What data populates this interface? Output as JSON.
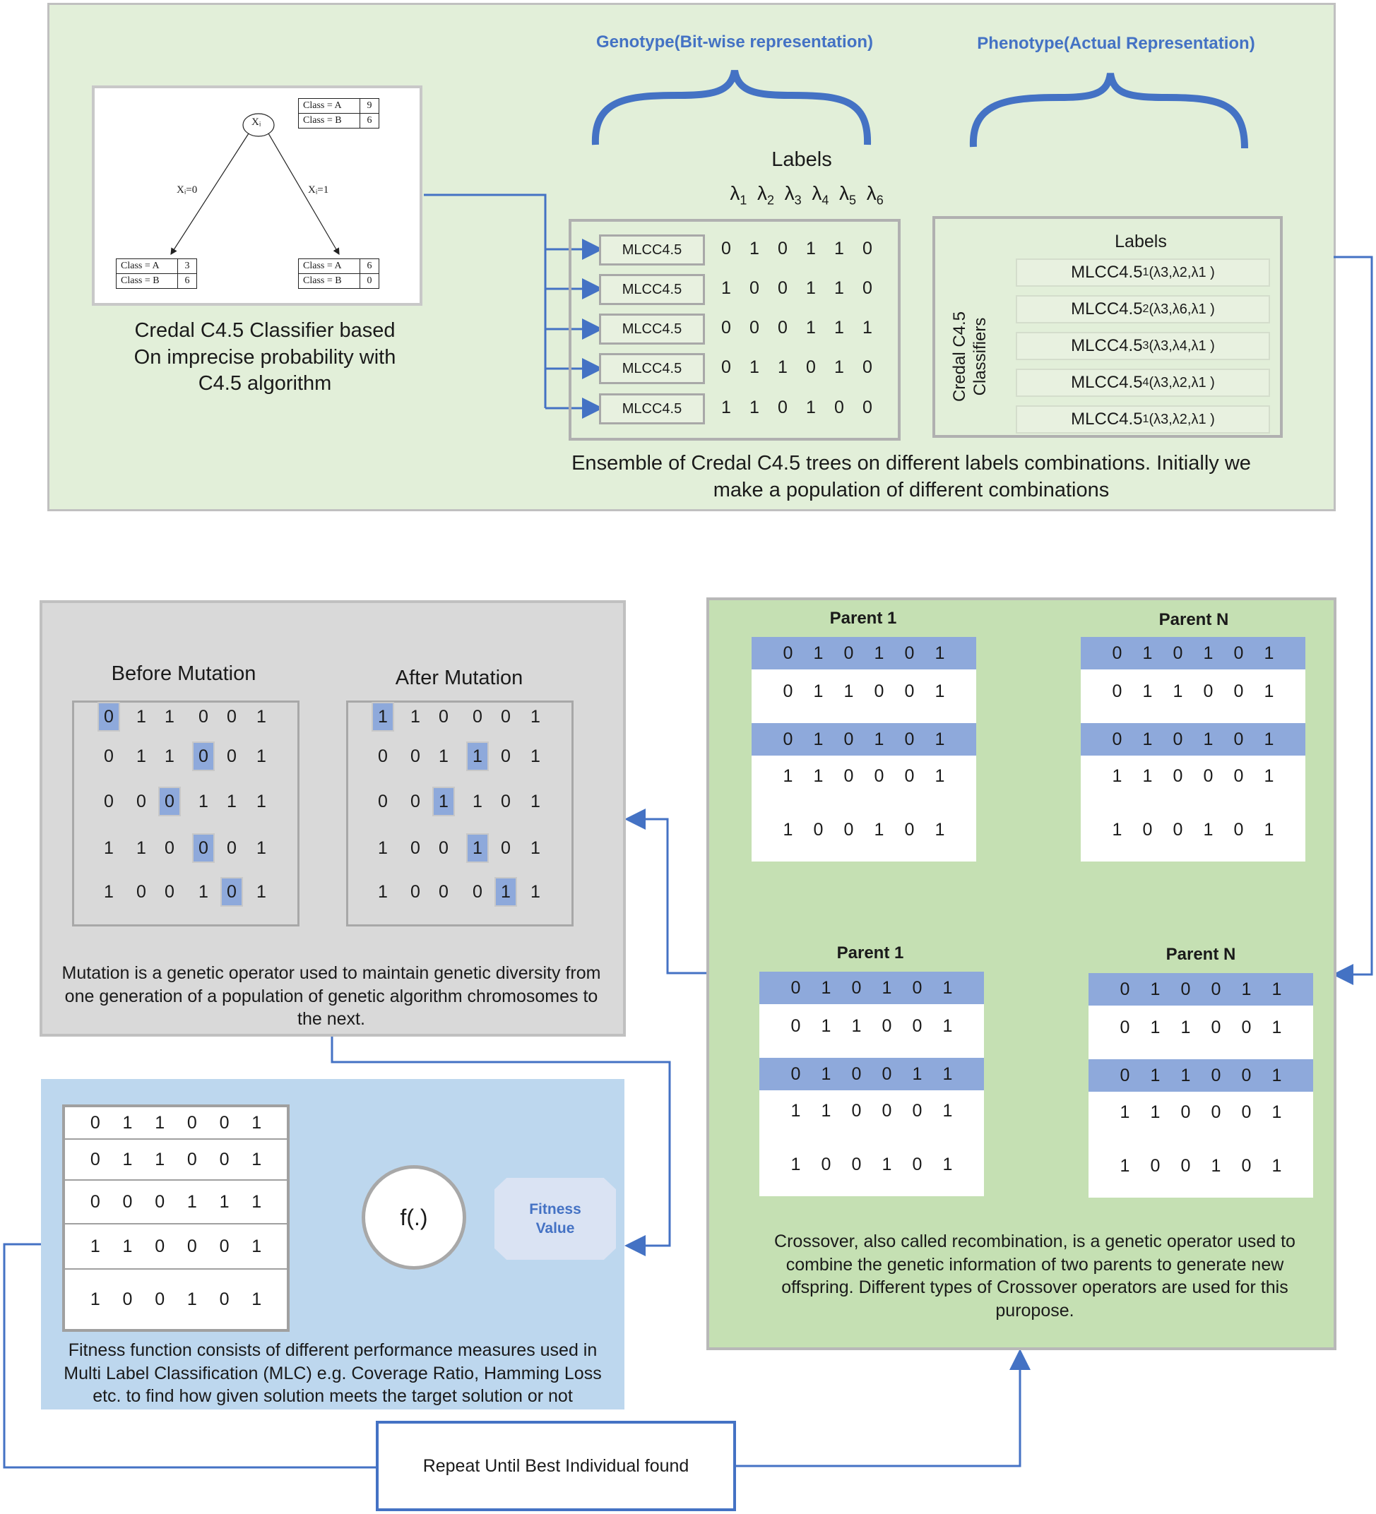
{
  "tree": {
    "root": "Xᵢ",
    "edge_left": "Xᵢ=0",
    "edge_right": "Xᵢ=1",
    "root_table": [
      [
        "Class = A",
        "9"
      ],
      [
        "Class = B",
        "6"
      ]
    ],
    "left_table": [
      [
        "Class = A",
        "3"
      ],
      [
        "Class = B",
        "6"
      ]
    ],
    "right_table": [
      [
        "Class = A",
        "6"
      ],
      [
        "Class = B",
        "0"
      ]
    ],
    "caption": "Credal C4.5 Classifier based On imprecise probability with C4.5 algorithm"
  },
  "genotype": {
    "title": "Genotype(Bit-wise representation)",
    "labels_title": "Labels",
    "lambdas": [
      "λ1",
      "λ2",
      "λ3",
      "λ4",
      "λ5",
      "λ6"
    ],
    "rows": [
      {
        "name": "MLCC4.5",
        "bits": [
          "0",
          "1",
          "0",
          "1",
          "1",
          "0"
        ]
      },
      {
        "name": "MLCC4.5",
        "bits": [
          "1",
          "0",
          "0",
          "1",
          "1",
          "0"
        ]
      },
      {
        "name": "MLCC4.5",
        "bits": [
          "0",
          "0",
          "0",
          "1",
          "1",
          "1"
        ]
      },
      {
        "name": "MLCC4.5",
        "bits": [
          "0",
          "1",
          "1",
          "0",
          "1",
          "0"
        ]
      },
      {
        "name": "MLCC4.5",
        "bits": [
          "1",
          "1",
          "0",
          "1",
          "0",
          "0"
        ]
      }
    ]
  },
  "phenotype": {
    "title": "Phenotype(Actual Representation)",
    "labels_title": "Labels",
    "side_label": "Credal C4.5 Classifiers",
    "rows": [
      "MLCC4.51(λ3,λ2,λ1 )",
      "MLCC4.52(λ3,λ6,λ1 )",
      "MLCC4.53(λ3,λ4,λ1 )",
      "MLCC4.54(λ3,λ2,λ1 )",
      "MLCC4.51(λ3,λ2,λ1 )"
    ]
  },
  "ensemble_caption": "Ensemble of Credal C4.5 trees on different labels combinations. Initially we make a population of different combinations",
  "crossover": {
    "parent1_title": "Parent 1",
    "parentN_title": "Parent N",
    "before": {
      "parent1": [
        [
          "0",
          "1",
          "0",
          "1",
          "0",
          "1"
        ],
        [
          "0",
          "1",
          "1",
          "0",
          "0",
          "1"
        ],
        [
          "0",
          "1",
          "0",
          "1",
          "0",
          "1"
        ],
        [
          "1",
          "1",
          "0",
          "0",
          "0",
          "1"
        ],
        [
          "1",
          "0",
          "0",
          "1",
          "0",
          "1"
        ]
      ],
      "parentN": [
        [
          "0",
          "1",
          "0",
          "1",
          "0",
          "1"
        ],
        [
          "0",
          "1",
          "1",
          "0",
          "0",
          "1"
        ],
        [
          "0",
          "1",
          "0",
          "1",
          "0",
          "1"
        ],
        [
          "1",
          "1",
          "0",
          "0",
          "0",
          "1"
        ],
        [
          "1",
          "0",
          "0",
          "1",
          "0",
          "1"
        ]
      ]
    },
    "after": {
      "parent1": [
        [
          "0",
          "1",
          "0",
          "1",
          "0",
          "1"
        ],
        [
          "0",
          "1",
          "1",
          "0",
          "0",
          "1"
        ],
        [
          "0",
          "1",
          "0",
          "0",
          "1",
          "1"
        ],
        [
          "1",
          "1",
          "0",
          "0",
          "0",
          "1"
        ],
        [
          "1",
          "0",
          "0",
          "1",
          "0",
          "1"
        ]
      ],
      "parentN": [
        [
          "0",
          "1",
          "0",
          "0",
          "1",
          "1"
        ],
        [
          "0",
          "1",
          "1",
          "0",
          "0",
          "1"
        ],
        [
          "0",
          "1",
          "1",
          "0",
          "0",
          "1"
        ],
        [
          "1",
          "1",
          "0",
          "0",
          "0",
          "1"
        ],
        [
          "1",
          "0",
          "0",
          "1",
          "0",
          "1"
        ]
      ]
    },
    "caption": "Crossover, also called recombination, is a genetic operator used to combine the genetic information of two parents to generate new offspring. Different types of Crossover operators are used for this puropose."
  },
  "mutation": {
    "before_title": "Before Mutation",
    "after_title": "After Mutation",
    "before": [
      [
        "0",
        "1",
        "1",
        "0",
        "0",
        "1"
      ],
      [
        "0",
        "1",
        "1",
        "0",
        "0",
        "1"
      ],
      [
        "0",
        "0",
        "0",
        "1",
        "1",
        "1"
      ],
      [
        "1",
        "1",
        "0",
        "0",
        "0",
        "1"
      ],
      [
        "1",
        "0",
        "0",
        "1",
        "0",
        "1"
      ]
    ],
    "after": [
      [
        "1",
        "1",
        "0",
        "0",
        "0",
        "1"
      ],
      [
        "0",
        "0",
        "1",
        "1",
        "0",
        "1"
      ],
      [
        "0",
        "0",
        "1",
        "1",
        "0",
        "1"
      ],
      [
        "1",
        "0",
        "0",
        "1",
        "0",
        "1"
      ],
      [
        "1",
        "0",
        "0",
        "0",
        "1",
        "1"
      ]
    ],
    "highlight_cols": [
      0,
      3,
      2,
      3,
      4
    ],
    "caption": "Mutation is a genetic operator used to maintain genetic diversity from one generation of a population of genetic algorithm chromosomes to the next."
  },
  "fitness": {
    "rows": [
      [
        "0",
        "1",
        "1",
        "0",
        "0",
        "1"
      ],
      [
        "0",
        "1",
        "1",
        "0",
        "0",
        "1"
      ],
      [
        "0",
        "0",
        "0",
        "1",
        "1",
        "1"
      ],
      [
        "1",
        "1",
        "0",
        "0",
        "0",
        "1"
      ],
      [
        "1",
        "0",
        "0",
        "1",
        "0",
        "1"
      ]
    ],
    "function_label": "f(.)",
    "output_label": "Fitness Value",
    "caption": "Fitness function consists of different performance measures used in Multi Label Classification (MLC) e.g. Coverage Ratio, Hamming Loss etc. to find how given solution meets the target solution or not"
  },
  "repeat_label": "Repeat Until Best Individual found",
  "colors": {
    "green_light": "#e2efd9",
    "green": "#c5e0b3",
    "gray": "#d9d9d9",
    "blue_light": "#bdd7ee",
    "arrow": "#4472c4",
    "highlight": "#8ea9db",
    "title_blue": "#4472c4"
  }
}
